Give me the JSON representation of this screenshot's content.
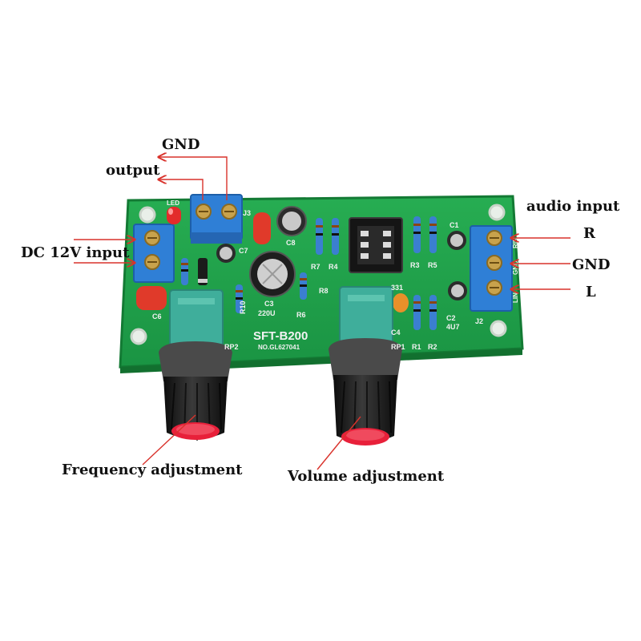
{
  "labels": {
    "gnd_top": "GND",
    "output": "output",
    "dc_input": "DC 12V input",
    "audio_input": "audio input",
    "right": "R",
    "gnd_right": "GND",
    "left": "L",
    "frequency_adjustment": "Frequency adjustment",
    "volume_adjustment": "Volume adjustment"
  },
  "board": {
    "model": "SFT-B200",
    "serial": "NO.GL627041",
    "silkscreen": {
      "led": "LED",
      "j3": "J3",
      "j2": "J2",
      "c1": "C1",
      "c2": "C2",
      "c2_value": "4U7",
      "c3": "C3",
      "c3_value": "220U",
      "c4": "C4",
      "c6": "C6",
      "c7": "C7",
      "c8": "C8",
      "r1": "R1",
      "r2": "R2",
      "r3": "R3",
      "r4": "R4",
      "r5": "R5",
      "r6": "R6",
      "r7": "R7",
      "r8": "R8",
      "r10": "R10",
      "rp1": "RP1",
      "rp2": "RP2",
      "pot_value": "331",
      "rin": "RIN",
      "gnd": "GND",
      "lin": "LIN"
    }
  },
  "colors": {
    "pcb": "#1fa24a",
    "pcb_edge": "#137a34",
    "terminal_block": "#2f7fd6",
    "pot_body": "#3fae9b",
    "knob": "#1c1c1c",
    "knob_cap": "#e8203a",
    "arrow": "#d9322b"
  }
}
